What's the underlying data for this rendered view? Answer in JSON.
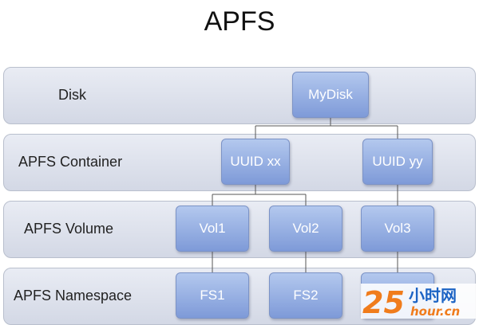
{
  "title": "APFS",
  "layers": [
    {
      "label": "Disk"
    },
    {
      "label": "APFS Container"
    },
    {
      "label": "APFS Volume"
    },
    {
      "label": "APFS Namespace"
    }
  ],
  "nodes": {
    "disk": "MyDisk",
    "container_xx": "UUID xx",
    "container_yy": "UUID yy",
    "vol1": "Vol1",
    "vol2": "Vol2",
    "vol3": "Vol3",
    "fs1": "FS1",
    "fs2": "FS2"
  },
  "watermark": {
    "number": "25",
    "text": "小时网",
    "domain": "hour.cn"
  }
}
